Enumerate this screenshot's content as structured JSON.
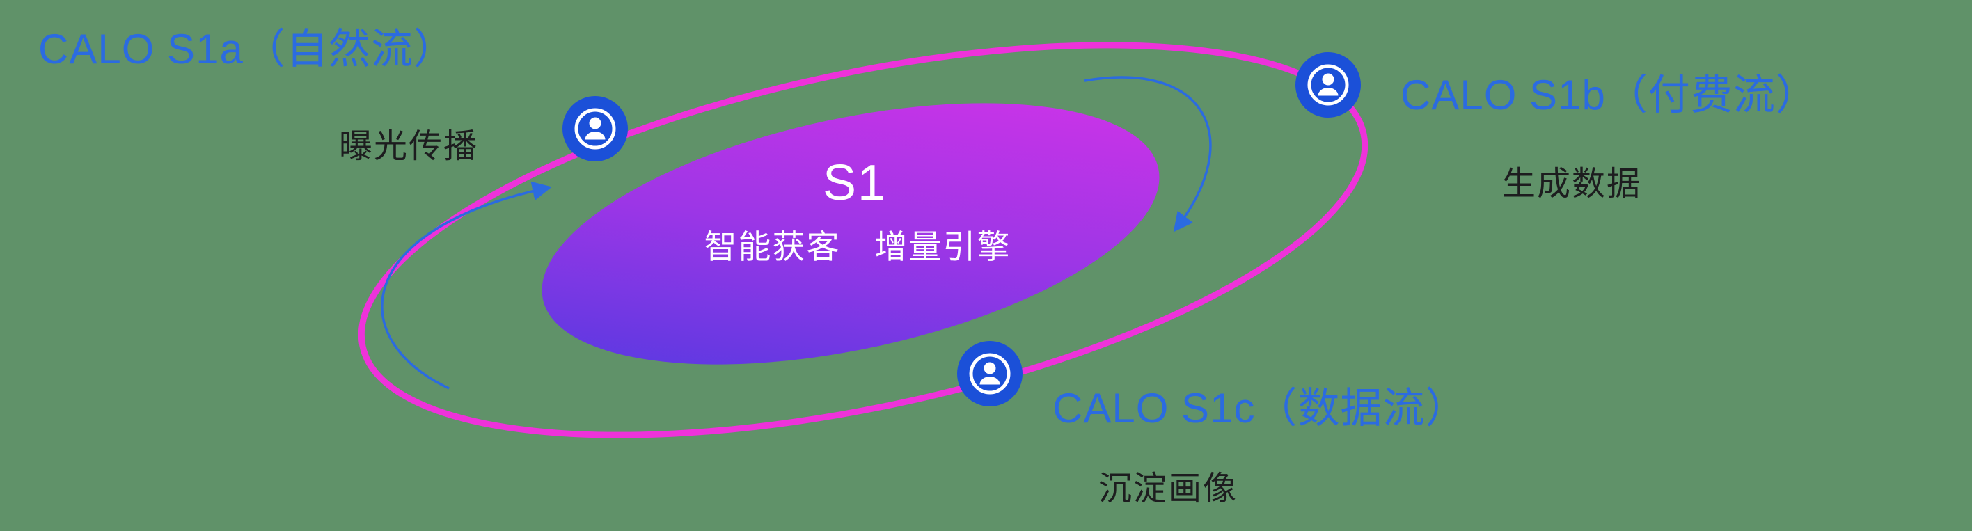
{
  "background_color": "#609269",
  "core": {
    "title": "S1",
    "subtitle": "智能获客　增量引擎"
  },
  "satellites": [
    {
      "title": "CALO S1a（自然流）",
      "subtitle": "曝光传播",
      "icon": "person-icon"
    },
    {
      "title": "CALO S1b（付费流）",
      "subtitle": "生成数据",
      "icon": "person-icon"
    },
    {
      "title": "CALO S1c（数据流）",
      "subtitle": "沉淀画像",
      "icon": "person-icon"
    }
  ],
  "colors": {
    "title_blue": "#2b6be0",
    "subtitle_dark": "#1d1d1f",
    "orbit_stroke_pink": "#ee32da",
    "core_gradient_start": "#4a3ae0",
    "core_gradient_end": "#d833e8",
    "node_fill_blue": "#1b50d8",
    "arrow_blue": "#2b6be0",
    "text_white": "#ffffff"
  }
}
